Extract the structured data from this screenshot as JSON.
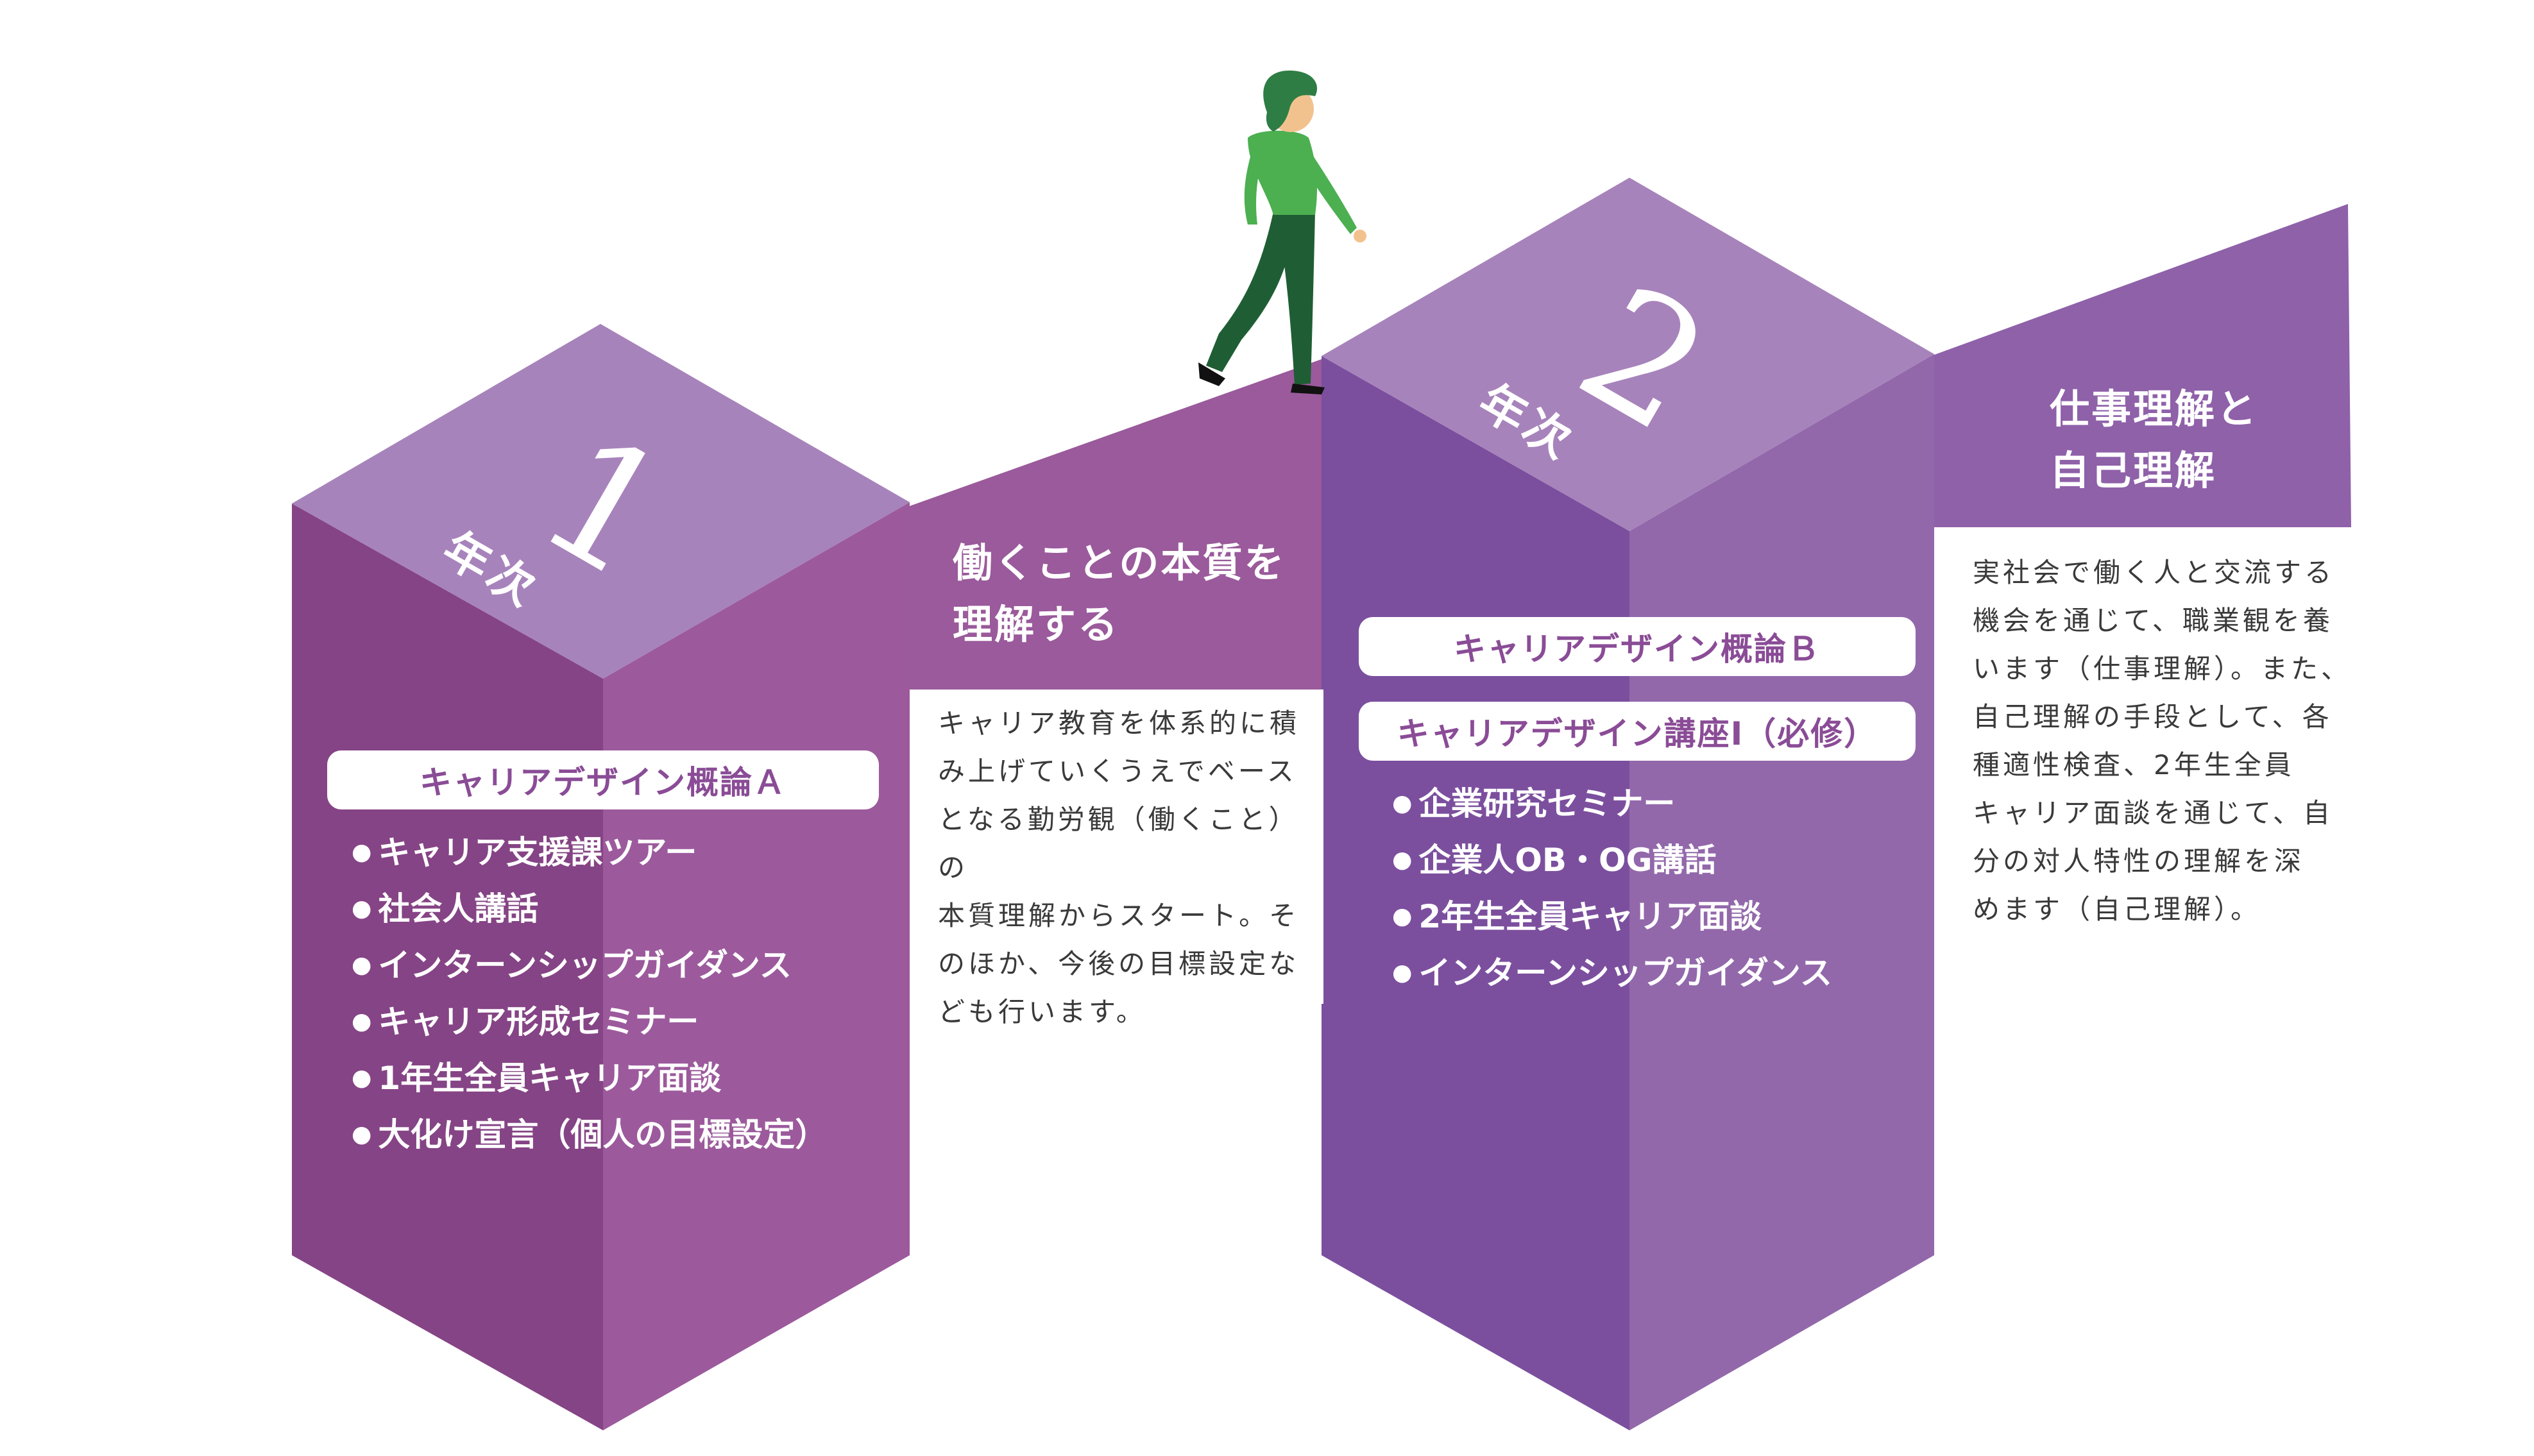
{
  "year1": {
    "number": "1",
    "suffix": "年次",
    "course": "キャリアデザイン概論Ａ",
    "items": [
      "キャリア支援課ツアー",
      "社会人講話",
      "インターンシップガイダンス",
      "キャリア形成セミナー",
      "1年生全員キャリア面談",
      "大化け宣言（個人の目標設定）"
    ]
  },
  "band1": {
    "heading": "働くことの本質を\n理解する",
    "text": "キャリア教育を体系的に積\nみ上げていくうえでベース\nとなる勤労観（働くこと）の\n本質理解からスタート。そ\nのほか、今後の目標設定な\nども行います。"
  },
  "year2": {
    "number": "2",
    "suffix": "年次",
    "course1": "キャリアデザイン概論Ｂ",
    "course2": "キャリアデザイン講座Ⅰ（必修）",
    "items": [
      "企業研究セミナー",
      "企業人OB・OG講話",
      "2年生全員キャリア面談",
      "インターンシップガイダンス"
    ]
  },
  "band2": {
    "heading": "仕事理解と\n自己理解",
    "text": "実社会で働く人と交流する\n機会を通じて、職業観を養\nいます（仕事理解）。また、\n自己理解の手段として、各\n種適性検査、2年生全員\nキャリア面談を通じて、自\n分の対人特性の理解を深\nめます（自己理解）。"
  },
  "colors": {
    "top_face": "#a783bb",
    "left_face_1": "#854485",
    "right_face_1": "#9c5a9c",
    "left_face_2": "#7b4f9e",
    "right_face_2": "#9268ab",
    "band_1": "#9a5a9b",
    "band_2": "#8f61a9",
    "accent_text": "#8a4c96",
    "figure_green": "#2e7d44",
    "figure_dark": "#1f5e34"
  }
}
